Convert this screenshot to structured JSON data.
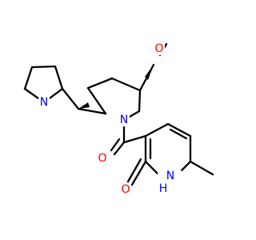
{
  "molecule": {
    "atoms": {
      "methoxy_o": {
        "label": "O",
        "color": "#ff0000"
      },
      "carbonyl_o": {
        "label": "O",
        "color": "#ff0000"
      },
      "pyridinone_o": {
        "label": "O",
        "color": "#ff0000"
      },
      "pyrrolidine_n": {
        "label": "N",
        "color": "#0000ff"
      },
      "amide_n": {
        "label": "N",
        "color": "#0000ff"
      },
      "pyridinone_nh": {
        "label": "H",
        "color": "#0000ff"
      },
      "pyridinone_n": {
        "label": "N",
        "color": "#0000ff"
      }
    }
  }
}
